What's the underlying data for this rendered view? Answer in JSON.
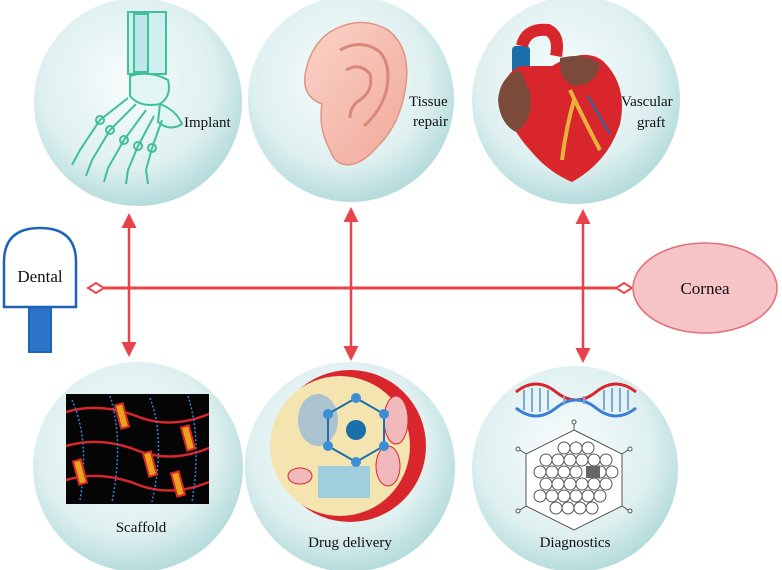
{
  "diagram": {
    "hub_left_label": "Dental",
    "hub_right_label": "Cornea",
    "applications_top": [
      {
        "id": "implant",
        "lines": [
          "Implant"
        ],
        "icon": "foot-bone-icon"
      },
      {
        "id": "tissue-repair",
        "lines": [
          "Tissue",
          "repair"
        ],
        "icon": "ear-icon"
      },
      {
        "id": "vascular-graft",
        "lines": [
          "Vascular",
          "graft"
        ],
        "icon": "heart-icon"
      }
    ],
    "applications_bottom": [
      {
        "id": "scaffold",
        "lines": [
          "Scaffold"
        ],
        "icon": "fiber-scaffold-icon"
      },
      {
        "id": "drug-delivery",
        "lines": [
          "Drug delivery"
        ],
        "icon": "cell-icon"
      },
      {
        "id": "diagnostics",
        "lines": [
          "Diagnostics"
        ],
        "icon": "dna-nanostructure-icon"
      }
    ]
  },
  "colors": {
    "connector": "#e8434a",
    "circle_center": "#f4fbfb",
    "circle_edge": "#b9dfdf",
    "cornea_fill": "#f6c3c6",
    "dental_stroke": "#1f63b5"
  }
}
